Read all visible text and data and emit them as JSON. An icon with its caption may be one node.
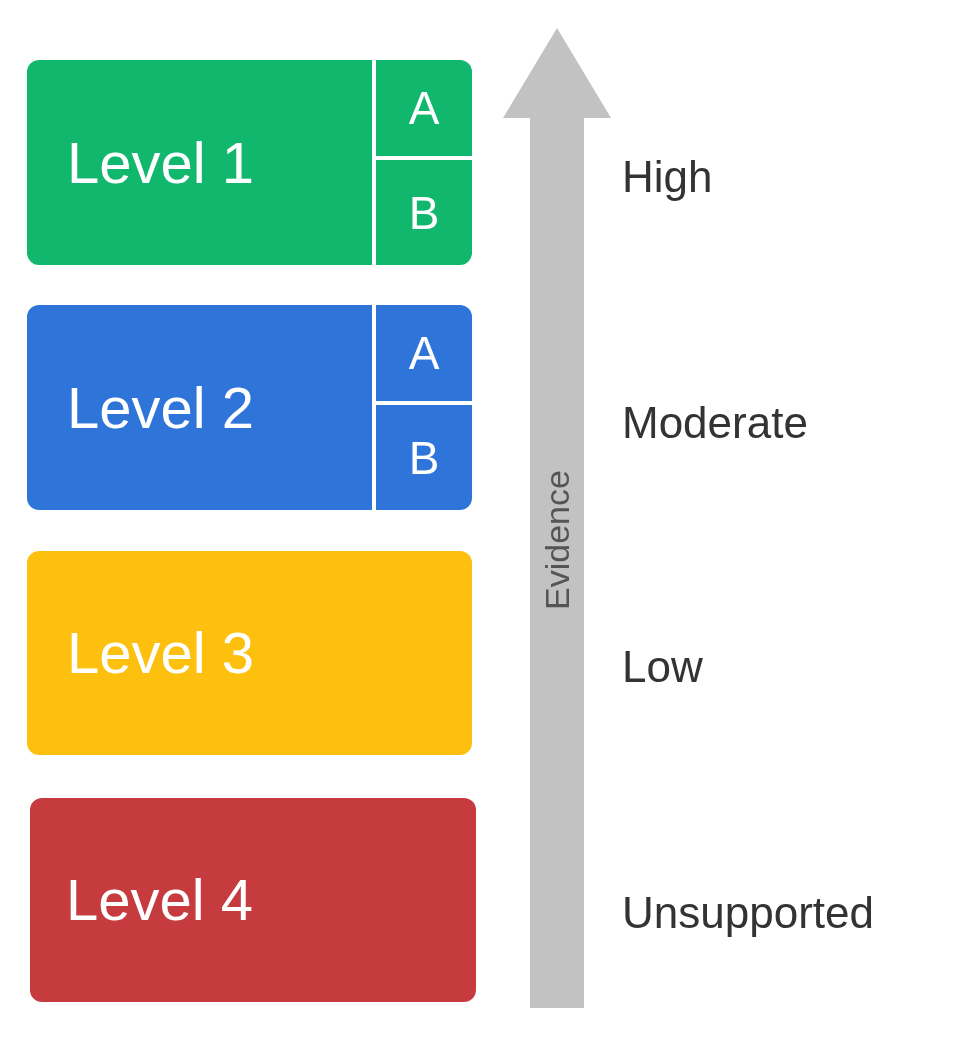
{
  "diagram": {
    "nodes": [
      {
        "text": [
          "Level 1"
        ]
      },
      {
        "text": [
          "A"
        ],
        "in": 0
      },
      {
        "text": [
          "B"
        ],
        "in": 0
      },
      {
        "text": [
          "Level 2"
        ]
      },
      {
        "text": [
          "A"
        ],
        "in": 3
      },
      {
        "text": [
          "B"
        ],
        "in": 3
      },
      {
        "text": [
          "Level 3"
        ]
      },
      {
        "text": [
          "Level 4"
        ]
      }
    ],
    "labels": [
      "Evidence",
      "High",
      "Moderate",
      "Low",
      "Unsupported"
    ]
  }
}
